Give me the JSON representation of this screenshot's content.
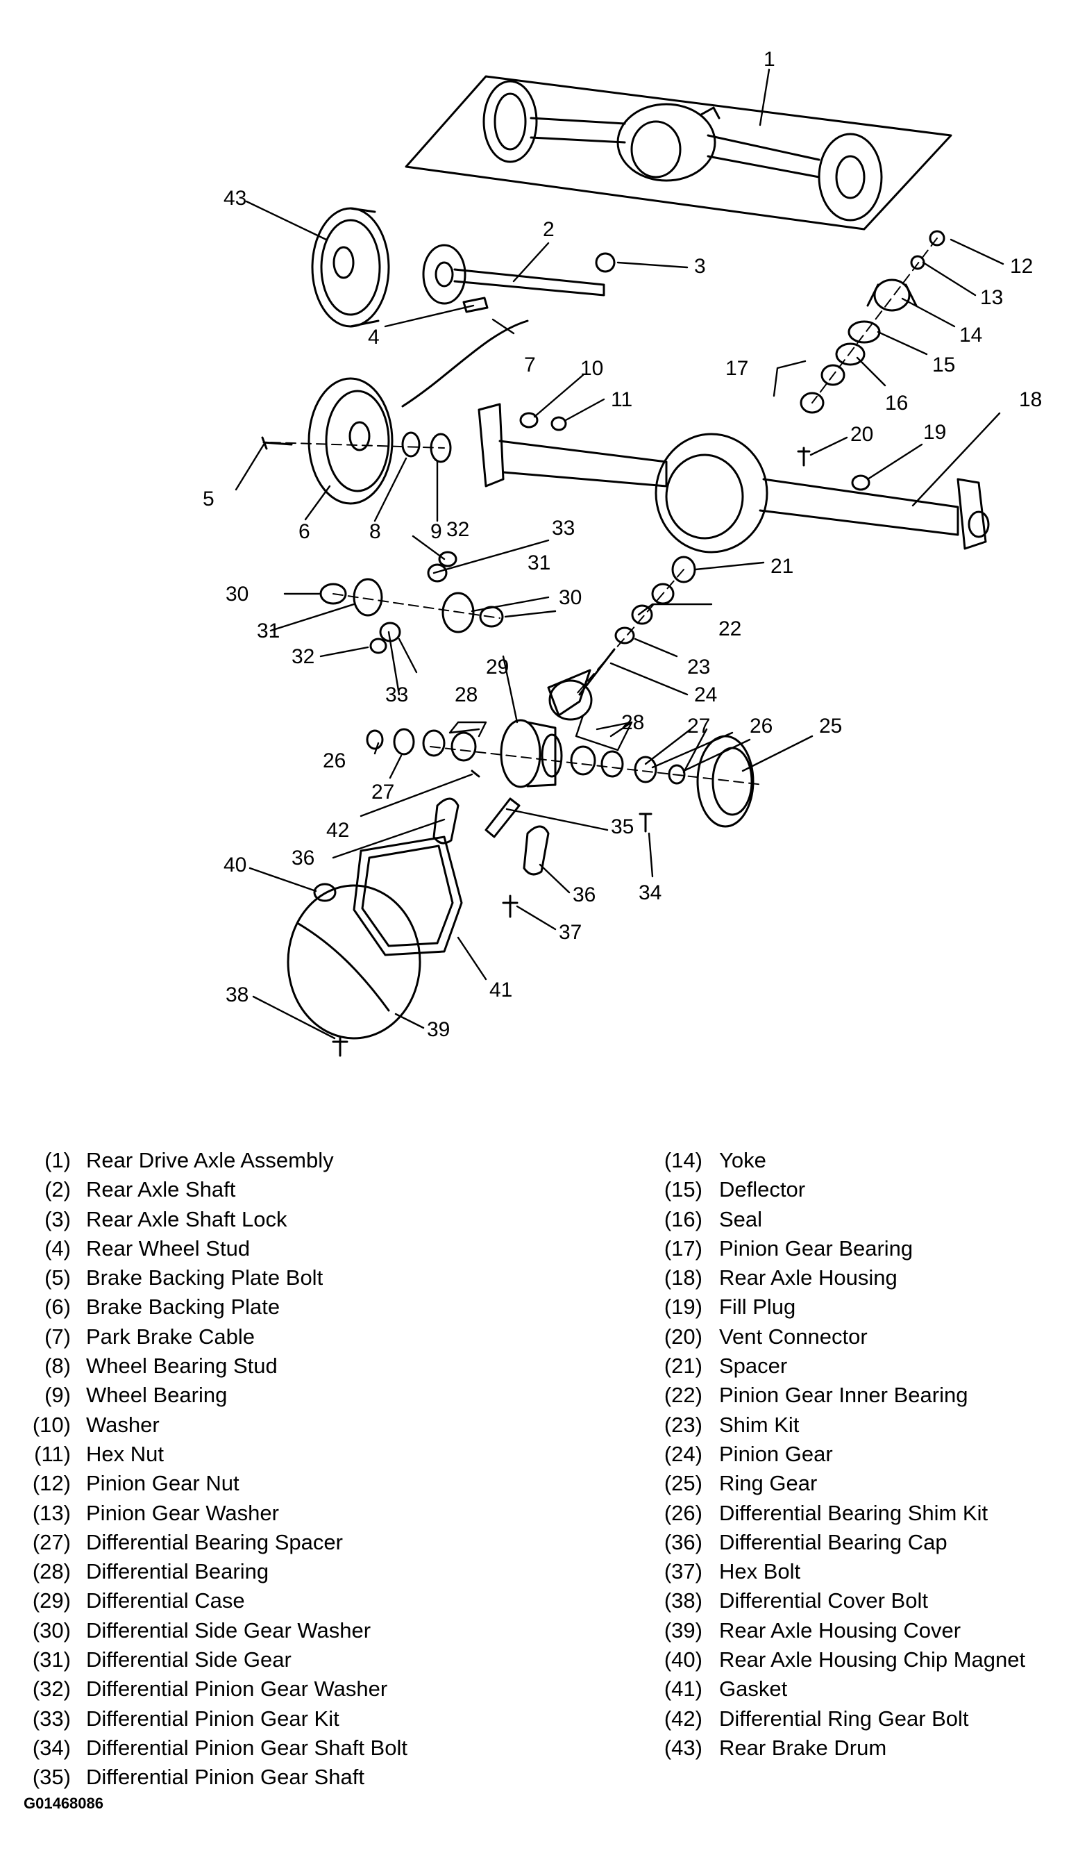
{
  "callouts": [
    "1",
    "2",
    "3",
    "4",
    "5",
    "6",
    "7",
    "8",
    "9",
    "10",
    "11",
    "12",
    "13",
    "14",
    "15",
    "16",
    "17",
    "18",
    "19",
    "20",
    "21",
    "22",
    "23",
    "24",
    "25",
    "26",
    "26",
    "27",
    "27",
    "28",
    "28",
    "29",
    "30",
    "30",
    "31",
    "31",
    "32",
    "32",
    "33",
    "33",
    "34",
    "35",
    "36",
    "36",
    "37",
    "38",
    "39",
    "40",
    "41",
    "42",
    "43"
  ],
  "legend_left": [
    {
      "num": "(1)",
      "label": "Rear Drive Axle Assembly"
    },
    {
      "num": "(2)",
      "label": "Rear Axle Shaft"
    },
    {
      "num": "(3)",
      "label": "Rear Axle Shaft Lock"
    },
    {
      "num": "(4)",
      "label": "Rear Wheel Stud"
    },
    {
      "num": "(5)",
      "label": "Brake Backing Plate Bolt"
    },
    {
      "num": "(6)",
      "label": "Brake Backing Plate"
    },
    {
      "num": "(7)",
      "label": "Park Brake Cable"
    },
    {
      "num": "(8)",
      "label": "Wheel Bearing Stud"
    },
    {
      "num": "(9)",
      "label": "Wheel Bearing"
    },
    {
      "num": "(10)",
      "label": "Washer"
    },
    {
      "num": "(11)",
      "label": "Hex Nut"
    },
    {
      "num": "(12)",
      "label": "Pinion Gear Nut"
    },
    {
      "num": "(13)",
      "label": "Pinion Gear Washer"
    },
    {
      "num": "(27)",
      "label": "Differential Bearing Spacer"
    },
    {
      "num": "(28)",
      "label": "Differential Bearing"
    },
    {
      "num": "(29)",
      "label": "Differential Case"
    },
    {
      "num": "(30)",
      "label": "Differential Side Gear Washer"
    },
    {
      "num": "(31)",
      "label": "Differential Side Gear"
    },
    {
      "num": "(32)",
      "label": "Differential Pinion Gear Washer"
    },
    {
      "num": "(33)",
      "label": "Differential Pinion Gear Kit"
    },
    {
      "num": "(34)",
      "label": "Differential Pinion Gear Shaft Bolt"
    },
    {
      "num": "(35)",
      "label": "Differential Pinion Gear Shaft"
    }
  ],
  "legend_right": [
    {
      "num": "(14)",
      "label": "Yoke"
    },
    {
      "num": "(15)",
      "label": "Deflector"
    },
    {
      "num": "(16)",
      "label": "Seal"
    },
    {
      "num": "(17)",
      "label": "Pinion Gear Bearing"
    },
    {
      "num": "(18)",
      "label": "Rear Axle Housing"
    },
    {
      "num": "(19)",
      "label": "Fill Plug"
    },
    {
      "num": "(20)",
      "label": "Vent Connector"
    },
    {
      "num": "(21)",
      "label": "Spacer"
    },
    {
      "num": "(22)",
      "label": "Pinion Gear Inner Bearing"
    },
    {
      "num": "(23)",
      "label": "Shim Kit"
    },
    {
      "num": "(24)",
      "label": "Pinion Gear"
    },
    {
      "num": "(25)",
      "label": "Ring Gear"
    },
    {
      "num": "(26)",
      "label": "Differential Bearing Shim Kit"
    },
    {
      "num": "(36)",
      "label": "Differential Bearing Cap"
    },
    {
      "num": "(37)",
      "label": "Hex Bolt"
    },
    {
      "num": "(38)",
      "label": "Differential Cover Bolt"
    },
    {
      "num": "(39)",
      "label": "Rear Axle Housing Cover"
    },
    {
      "num": "(40)",
      "label": "Rear Axle Housing Chip Magnet"
    },
    {
      "num": "(41)",
      "label": "Gasket"
    },
    {
      "num": "(42)",
      "label": "Differential Ring Gear Bolt"
    },
    {
      "num": "(43)",
      "label": "Rear Brake Drum"
    }
  ],
  "figure_code": "G01468086"
}
